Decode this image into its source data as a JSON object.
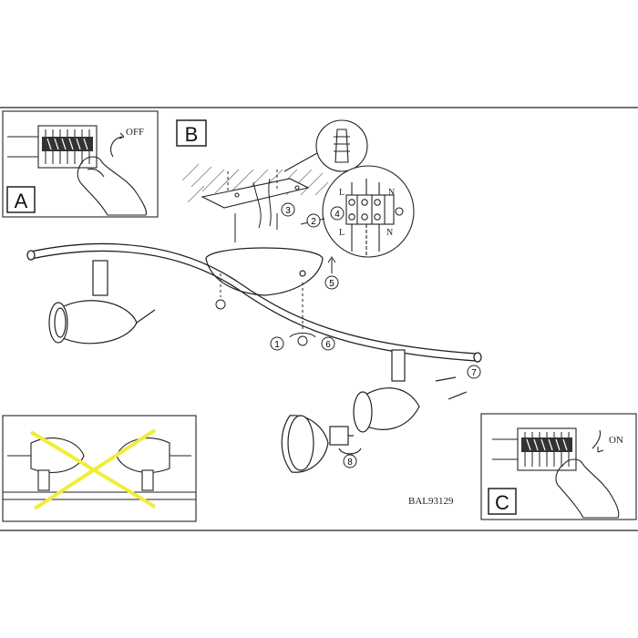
{
  "panels": {
    "a": {
      "label": "A",
      "switch_text": "OFF"
    },
    "b": {
      "label": "B",
      "terminal_letters": [
        "L",
        "N",
        "L",
        "N"
      ],
      "steps": [
        "1",
        "2",
        "3",
        "4",
        "5",
        "6",
        "7",
        "8"
      ]
    },
    "c": {
      "label": "C",
      "switch_text": "ON"
    }
  },
  "model_code": "BAL93129",
  "colors": {
    "line": "#222222",
    "cross": "#f2ec3a",
    "hatch": "#888888"
  }
}
